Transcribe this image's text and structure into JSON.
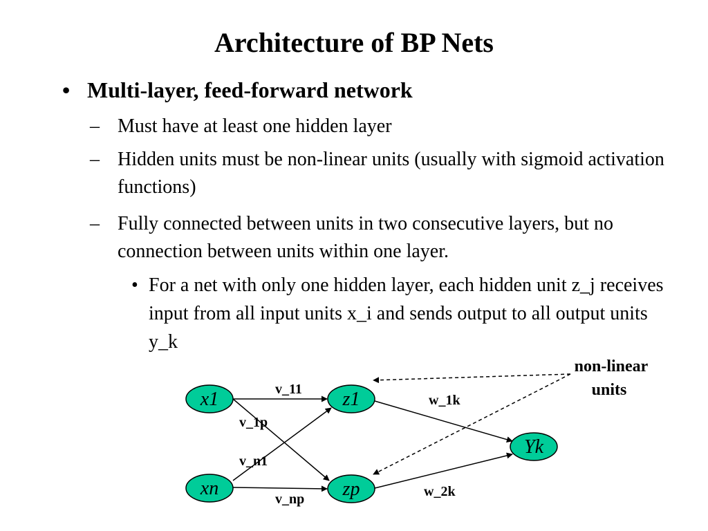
{
  "title": "Architecture of BP Nets",
  "bullets": {
    "main": {
      "marker": "•",
      "text": "Multi-layer, feed-forward network"
    },
    "sub": [
      {
        "marker": "–",
        "text": "Must have at least one hidden layer"
      },
      {
        "marker": "–",
        "text": "Hidden units must be non-linear units (usually with sigmoid activation functions)"
      },
      {
        "marker": "–",
        "text": "Fully connected between units in two consecutive layers, but no connection between units within one layer."
      }
    ],
    "subsub": {
      "marker": "•",
      "text": "For a net with only one hidden layer, each hidden unit z_j receives input from all input units x_i and sends output to all output units y_k"
    }
  },
  "diagram": {
    "node_fill": "#00cc99",
    "nodes": {
      "x1": "x1",
      "xn": "xn",
      "z1": "z1",
      "zp": "zp",
      "yk": "Yk"
    },
    "edges": {
      "v11": "v_11",
      "v1p": "v_1p",
      "vn1": "v_n1",
      "vnp": "v_np",
      "w1k": "w_1k",
      "w2k": "w_2k"
    },
    "annotation": {
      "line1": "non-linear",
      "line2": "units"
    }
  }
}
